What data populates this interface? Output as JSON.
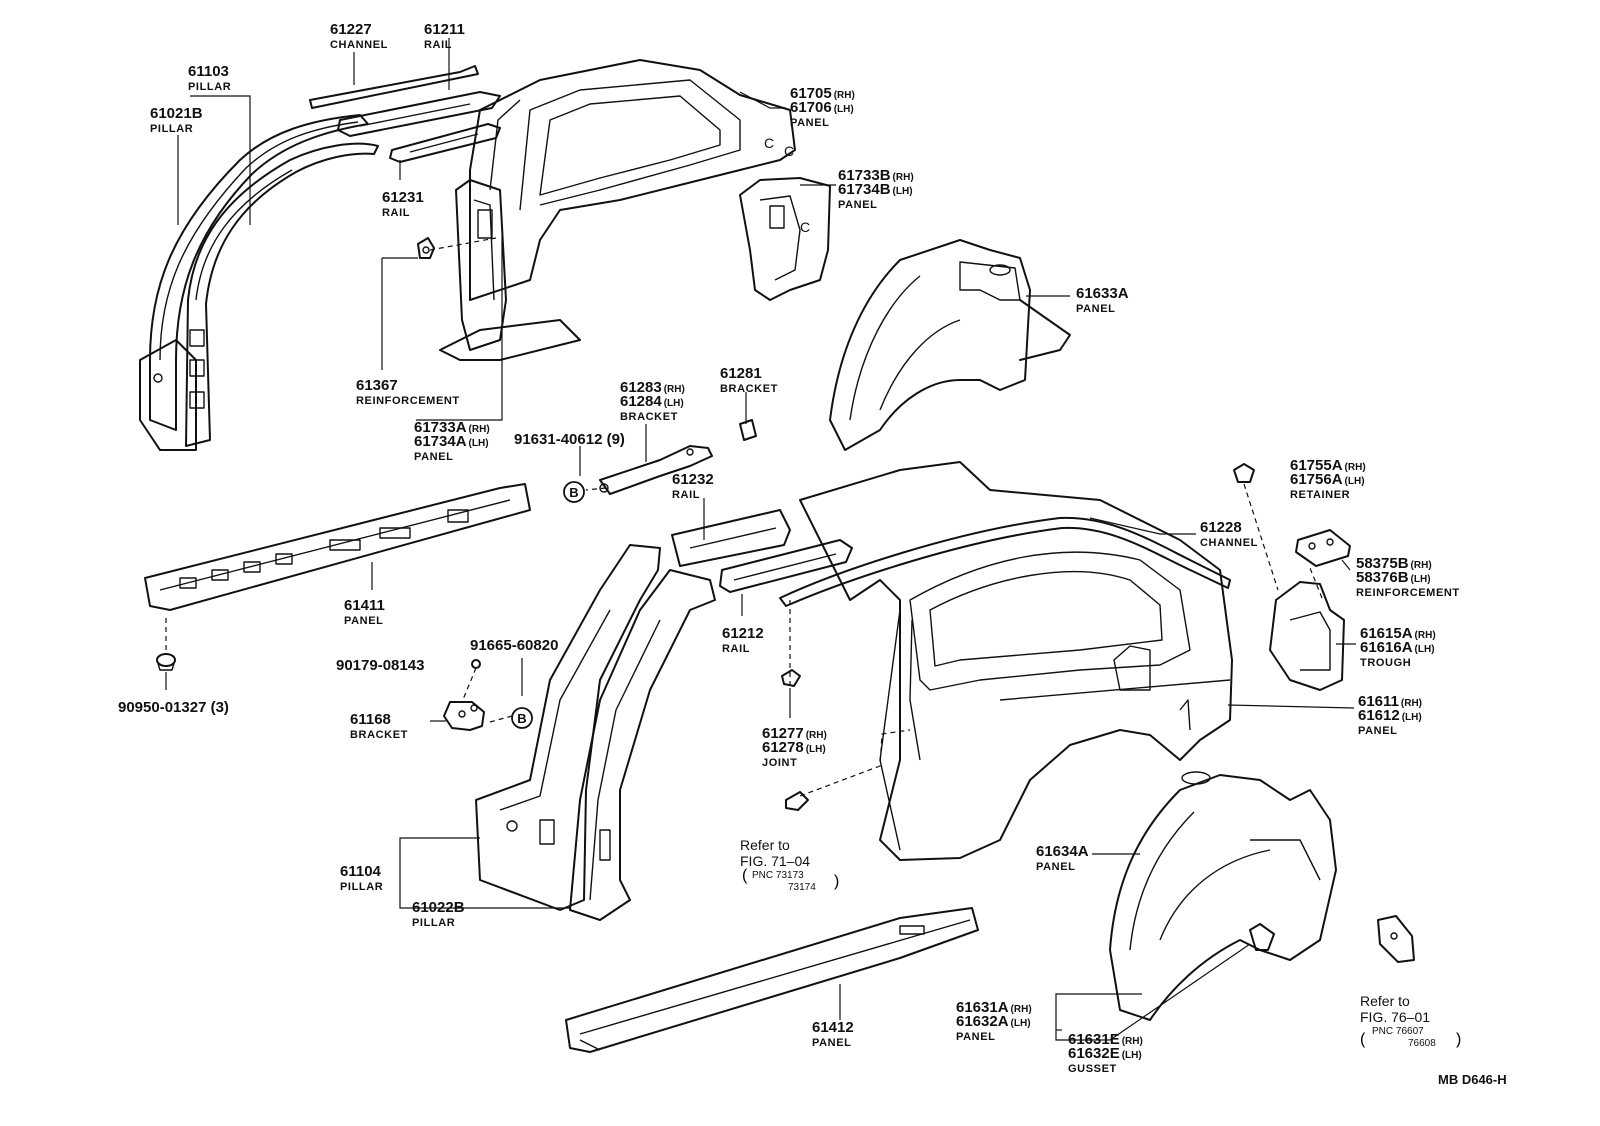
{
  "diagram_code": "MB D646-H",
  "callouts": [
    {
      "id": "c61227",
      "number": "61227",
      "name": "CHANNEL"
    },
    {
      "id": "c61211",
      "number": "61211",
      "name": "RAIL"
    },
    {
      "id": "c61103",
      "number": "61103",
      "name": "PILLAR"
    },
    {
      "id": "c61021B",
      "number": "61021B",
      "name": "PILLAR"
    },
    {
      "id": "c61231",
      "number": "61231",
      "name": "RAIL"
    },
    {
      "id": "c61705",
      "number": "61705",
      "suffix": "(RH)",
      "number2": "61706",
      "suffix2": "(LH)",
      "name": "PANEL"
    },
    {
      "id": "c61733B",
      "number": "61733B",
      "suffix": "(RH)",
      "number2": "61734B",
      "suffix2": "(LH)",
      "name": "PANEL"
    },
    {
      "id": "c61633A",
      "number": "61633A",
      "name": "PANEL"
    },
    {
      "id": "c61367",
      "number": "61367",
      "name": "REINFORCEMENT"
    },
    {
      "id": "c61733A",
      "number": "61733A",
      "suffix": "(RH)",
      "number2": "61734A",
      "suffix2": "(LH)",
      "name": "PANEL"
    },
    {
      "id": "c61283",
      "number": "61283",
      "suffix": "(RH)",
      "number2": "61284",
      "suffix2": "(LH)",
      "name": "BRACKET"
    },
    {
      "id": "c61281",
      "number": "61281",
      "name": "BRACKET"
    },
    {
      "id": "c91631",
      "number": "91631-40612 (9)",
      "name": ""
    },
    {
      "id": "c61232",
      "number": "61232",
      "name": "RAIL"
    },
    {
      "id": "c61755A",
      "number": "61755A",
      "suffix": "(RH)",
      "number2": "61756A",
      "suffix2": "(LH)",
      "name": "RETAINER"
    },
    {
      "id": "c61228",
      "number": "61228",
      "name": "CHANNEL"
    },
    {
      "id": "c58375B",
      "number": "58375B",
      "suffix": "(RH)",
      "number2": "58376B",
      "suffix2": "(LH)",
      "name": "REINFORCEMENT"
    },
    {
      "id": "c61615A",
      "number": "61615A",
      "suffix": "(RH)",
      "number2": "61616A",
      "suffix2": "(LH)",
      "name": "TROUGH"
    },
    {
      "id": "c61611",
      "number": "61611",
      "suffix": "(RH)",
      "number2": "61612",
      "suffix2": "(LH)",
      "name": "PANEL"
    },
    {
      "id": "c61411",
      "number": "61411",
      "name": "PANEL"
    },
    {
      "id": "c61212",
      "number": "61212",
      "name": "RAIL"
    },
    {
      "id": "c91665",
      "number": "91665-60820",
      "name": ""
    },
    {
      "id": "c90179",
      "number": "90179-08143",
      "name": ""
    },
    {
      "id": "c90950",
      "number": "90950-01327 (3)",
      "name": ""
    },
    {
      "id": "c61168",
      "number": "61168",
      "name": "BRACKET"
    },
    {
      "id": "c61277",
      "number": "61277",
      "suffix": "(RH)",
      "number2": "61278",
      "suffix2": "(LH)",
      "name": "JOINT"
    },
    {
      "id": "c61104",
      "number": "61104",
      "name": "PILLAR"
    },
    {
      "id": "c61022B",
      "number": "61022B",
      "name": "PILLAR"
    },
    {
      "id": "c61634A",
      "number": "61634A",
      "name": "PANEL"
    },
    {
      "id": "c61412",
      "number": "61412",
      "name": "PANEL"
    },
    {
      "id": "c61631A",
      "number": "61631A",
      "suffix": "(RH)",
      "number2": "61632A",
      "suffix2": "(LH)",
      "name": "PANEL"
    },
    {
      "id": "c61631E",
      "number": "61631E",
      "suffix": "(RH)",
      "number2": "61632E",
      "suffix2": "(LH)",
      "name": "GUSSET"
    }
  ],
  "references": [
    {
      "id": "r71",
      "line1": "Refer to",
      "line2": "FIG. 71–04",
      "line3": "PNC 73173",
      "line4": "73174"
    },
    {
      "id": "r76",
      "line1": "Refer to",
      "line2": "FIG. 76–01",
      "line3": "PNC 76607",
      "line4": "76608"
    }
  ],
  "bolt_marks": [
    {
      "id": "b1",
      "letter": "B"
    },
    {
      "id": "b2",
      "letter": "B"
    }
  ]
}
